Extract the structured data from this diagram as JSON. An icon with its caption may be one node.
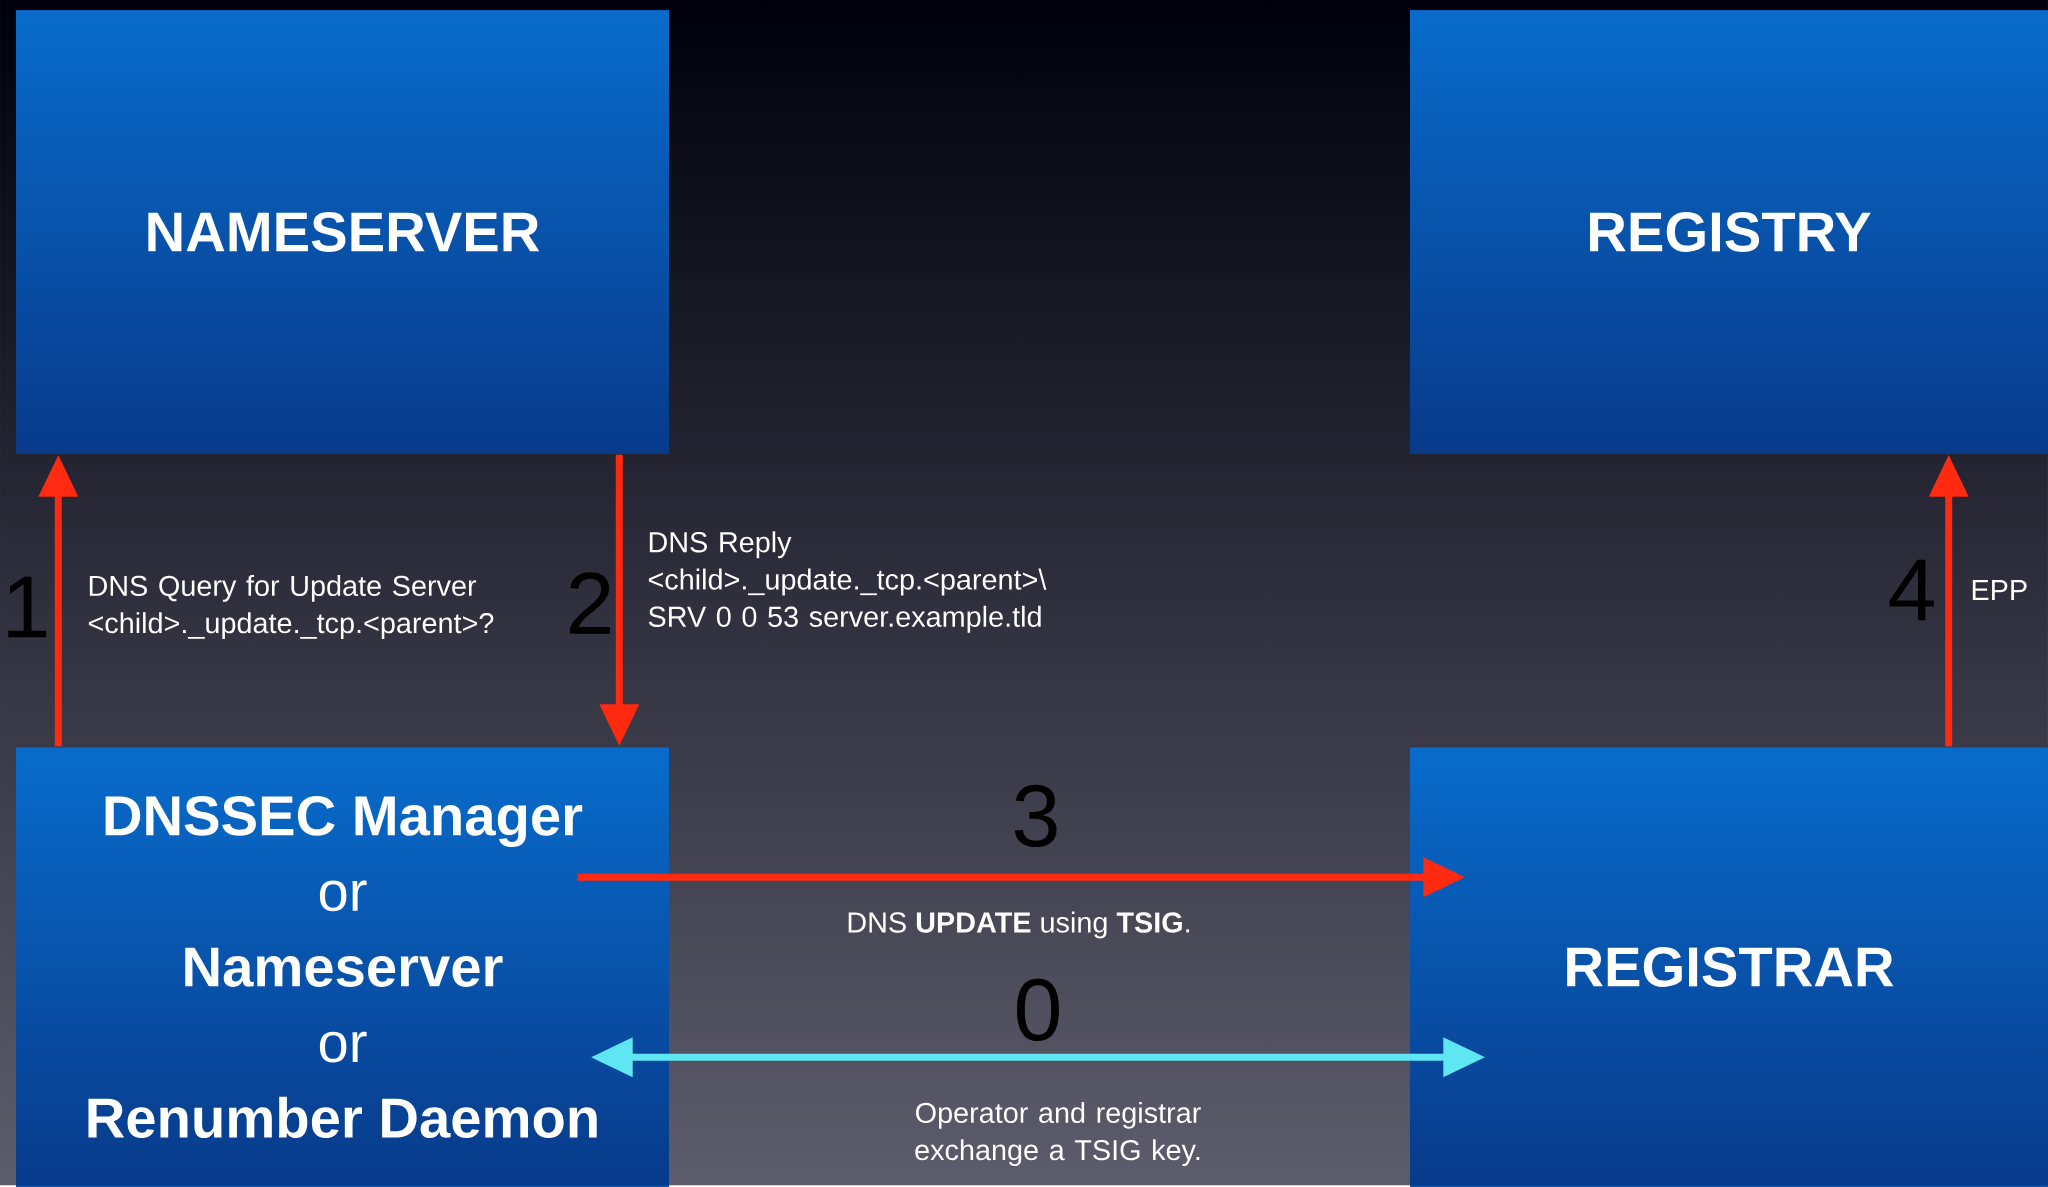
{
  "diagram": {
    "nodes": [
      {
        "text": [
          "NAMESERVER"
        ]
      },
      {
        "text": [
          "REGISTRY"
        ]
      },
      {
        "text": [
          "DNSSEC Manager",
          "or",
          "Nameserver",
          "or",
          "Renumber Daemon"
        ]
      },
      {
        "text": [
          "REGISTRAR"
        ]
      }
    ],
    "edges": [
      {
        "from": 2,
        "to": 0,
        "arrow": "to"
      },
      {
        "from": 0,
        "to": 2,
        "arrow": "to"
      },
      {
        "from": 2,
        "to": 3,
        "arrow": "to"
      },
      {
        "from": 2,
        "to": 3,
        "arrow": "both",
        "color": "#5ee6f2"
      },
      {
        "from": 3,
        "to": 1,
        "arrow": "to"
      }
    ],
    "labels": [
      "1",
      "DNS Query for Update Server <child>._update._tcp.<parent>?",
      "2",
      "DNS Reply <child>._update._tcp.<parent>\\ SRV 0 0 53 server.example.tld",
      "4",
      "EPP",
      "3",
      "DNS **UPDATE** using **TSIG**.",
      "0",
      "Operator and registrar exchange a TSIG key."
    ]
  }
}
